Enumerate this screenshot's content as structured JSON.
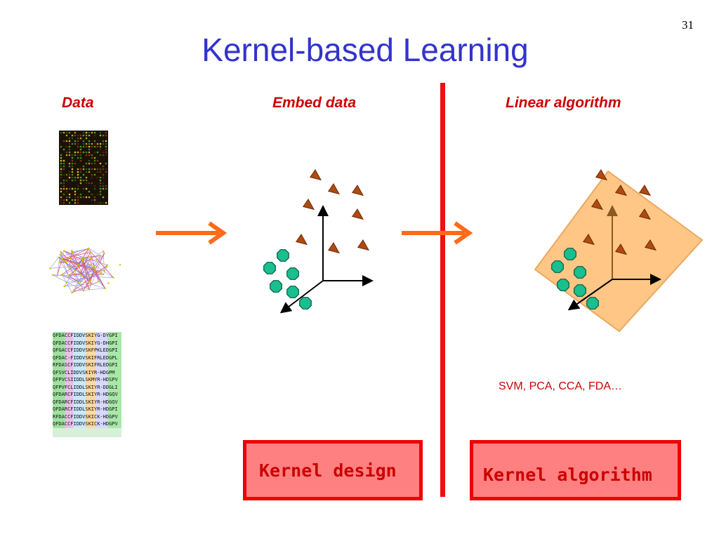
{
  "slide": {
    "page_number": "31",
    "title": "Kernel-based Learning"
  },
  "columns": {
    "data": "Data",
    "embed": "Embed data",
    "linear": "Linear algorithm"
  },
  "algorithms_text": "SVM, PCA, CCA, FDA…",
  "boxes": {
    "kernel_design": "Kernel design",
    "kernel_algorithm": "Kernel algorithm"
  },
  "sequences": [
    "QFDACCFIDDVSKIYG-DYGPI",
    "QFDACCFIDDVSKIYG-DHGPI",
    "QFGACCFIDDVSKFPKLEDGPI",
    "QFDAC-FIDDVSKIFRLEDGPL",
    "RFDASCFIDDVSKIFRLEDGPI",
    "QFSVCLIDDVSKIYR-HDGPM",
    "QFPVCSIIDDLSKMYR-HDSPV",
    "QFPVFCLIDDLSKIYR-DDGLI",
    "QFDARCFIDDLSKIYR-HDGQV",
    "QFDARCFIDDLSKIYR-HDGQV",
    "QFDARCFIDDLSKIYR-HDGPI",
    "RFDACCFIDDVSKICK-HDGPV",
    "QFDACCFIDDVSKICK-HDGPV"
  ],
  "colors": {
    "title": "#3333cc",
    "heading": "#cc0000",
    "arrow": "#ff6a1a",
    "divider": "#ee1111",
    "triangle": "#b04a10",
    "octagon": "#1abf8f",
    "plane": "#ffc07a",
    "box_fill": "#ff8080",
    "box_border": "#ee0000"
  },
  "icons": [
    "microarray-image",
    "protein-network-image",
    "sequence-alignment-image"
  ]
}
